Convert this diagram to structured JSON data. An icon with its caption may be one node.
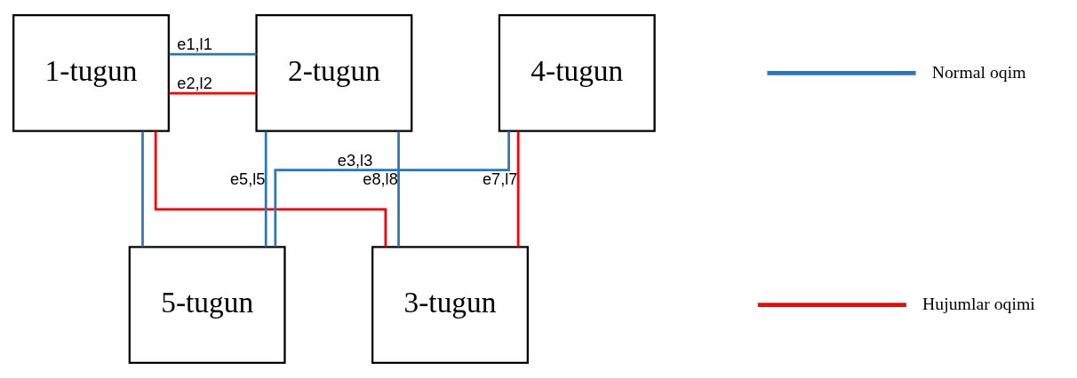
{
  "diagram": {
    "nodes": [
      {
        "text": [
          "1-tugun"
        ]
      },
      {
        "text": [
          "2-tugun"
        ]
      },
      {
        "text": [
          "4-tugun"
        ]
      },
      {
        "text": [
          "5-tugun"
        ]
      },
      {
        "text": [
          "3-tugun"
        ]
      }
    ],
    "edges": [
      {
        "from": 0,
        "to": 1,
        "arrow": "none",
        "label": "e1,l1"
      },
      {
        "from": 0,
        "to": 1,
        "arrow": "none",
        "label": "e2,l2",
        "color": "#ff0000"
      },
      {
        "from": 0,
        "to": 3,
        "arrow": "none"
      },
      {
        "from": 0,
        "to": 4,
        "arrow": "none",
        "color": "#ff0000"
      },
      {
        "from": 2,
        "to": 3,
        "arrow": "none",
        "label": "e3,l3"
      },
      {
        "from": 1,
        "to": 3,
        "arrow": "none",
        "label": "e5,l5"
      },
      {
        "from": 1,
        "to": 4,
        "arrow": "none",
        "label": "e8,l8"
      },
      {
        "from": 2,
        "to": 4,
        "arrow": "none",
        "label": "e7,l7",
        "color": "#ff0000"
      }
    ],
    "legend": [
      {
        "text": "Normal oqim",
        "color": "#2e75b6"
      },
      {
        "text": "Hujumlar oqimi",
        "color": "#ff0000"
      }
    ]
  }
}
